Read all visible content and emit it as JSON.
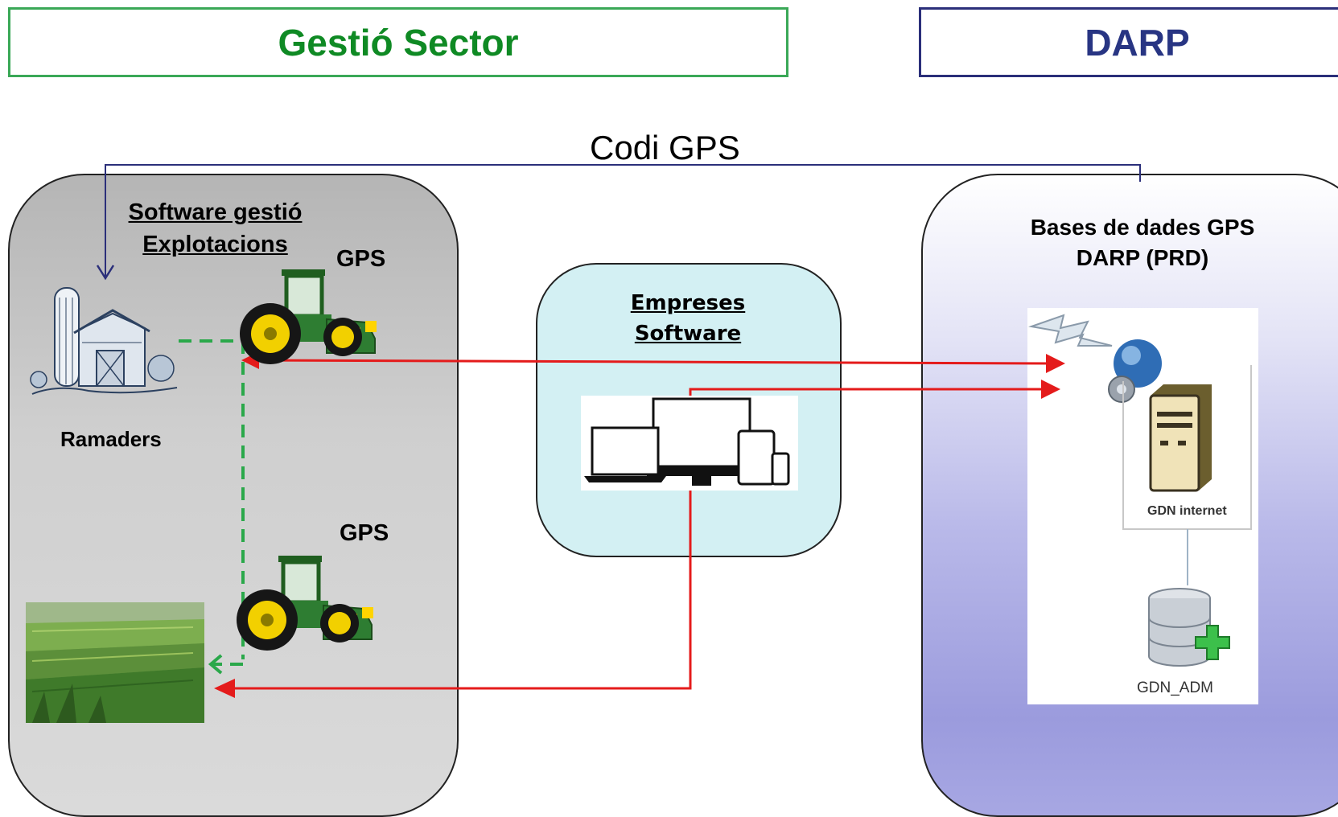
{
  "headers": {
    "left_title": "Gestió Sector",
    "right_title": "DARP"
  },
  "link_label": "Codi GPS",
  "left_panel": {
    "title_line1": "Software gestió",
    "title_line2": "Explotacions",
    "gps_top": "GPS",
    "gps_bottom": "GPS",
    "ramaders": "Ramaders"
  },
  "middle_panel": {
    "title_line1": "Empreses",
    "title_line2": "Software"
  },
  "right_panel": {
    "title_line1": "Bases de dades GPS",
    "title_line2": "DARP (PRD)",
    "server_label": "GDN internet",
    "database_label": "GDN_ADM"
  },
  "colors": {
    "sector_green": "#0f8a24",
    "darp_blue": "#283583",
    "arrow_red": "#e41b1b",
    "dash_green": "#2aa84a",
    "connector_blue": "#2b2f7a"
  },
  "icons": [
    "barn-icon",
    "tractor-icon",
    "farmland-photo",
    "devices-icon",
    "lightning-icon",
    "globe-gear-icon",
    "server-icon",
    "database-add-icon"
  ]
}
